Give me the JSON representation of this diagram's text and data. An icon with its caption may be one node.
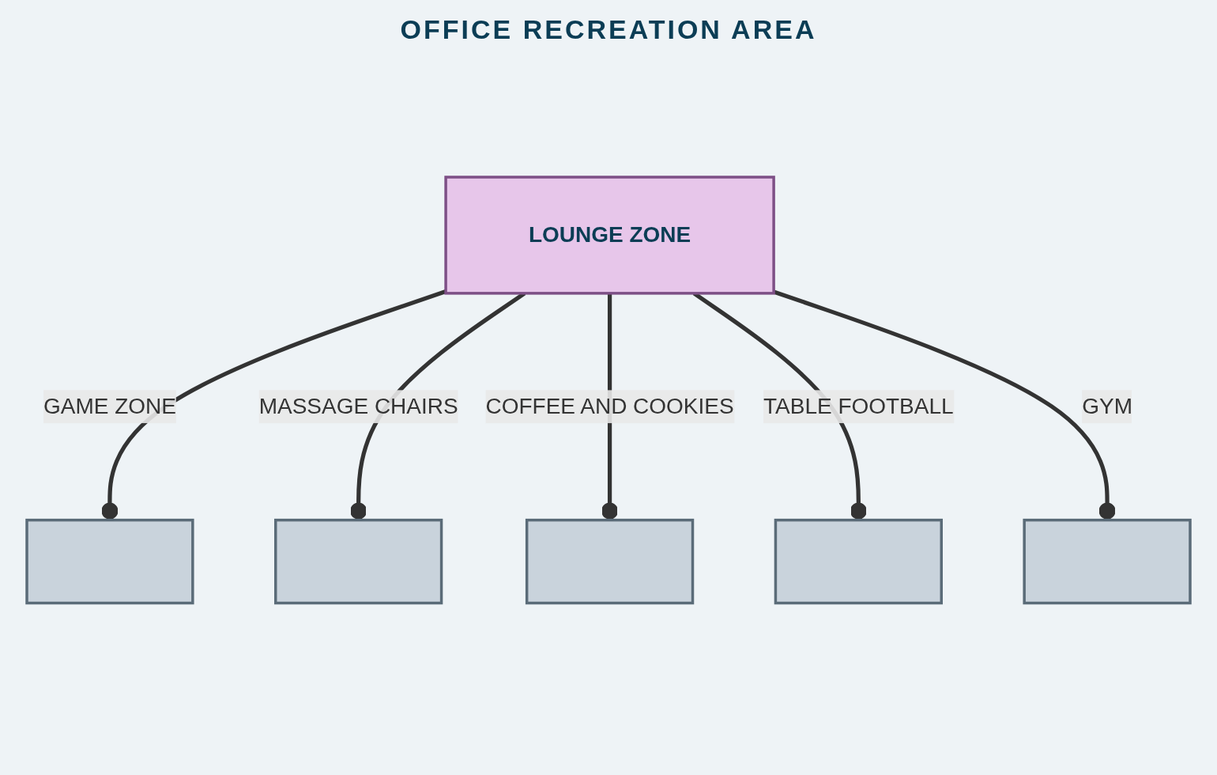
{
  "diagram": {
    "title": "OFFICE RECREATION AREA",
    "nodes": [
      {
        "text": [
          "LOUNGE ZONE"
        ]
      },
      {
        "text": [],
        "shape": "box"
      },
      {
        "text": [],
        "shape": "box"
      },
      {
        "text": [],
        "shape": "box"
      },
      {
        "text": [],
        "shape": "box"
      },
      {
        "text": [],
        "shape": "box"
      }
    ],
    "edges": [
      {
        "from": 0,
        "to": 1,
        "arrow": "other",
        "label": "GAME ZONE"
      },
      {
        "from": 0,
        "to": 2,
        "arrow": "other",
        "label": "MASSAGE CHAIRS"
      },
      {
        "from": 0,
        "to": 3,
        "arrow": "other",
        "label": "COFFEE AND COOKIES"
      },
      {
        "from": 0,
        "to": 4,
        "arrow": "other",
        "label": "TABLE FOOTBALL"
      },
      {
        "from": 0,
        "to": 5,
        "arrow": "other",
        "label": "GYM"
      }
    ]
  }
}
